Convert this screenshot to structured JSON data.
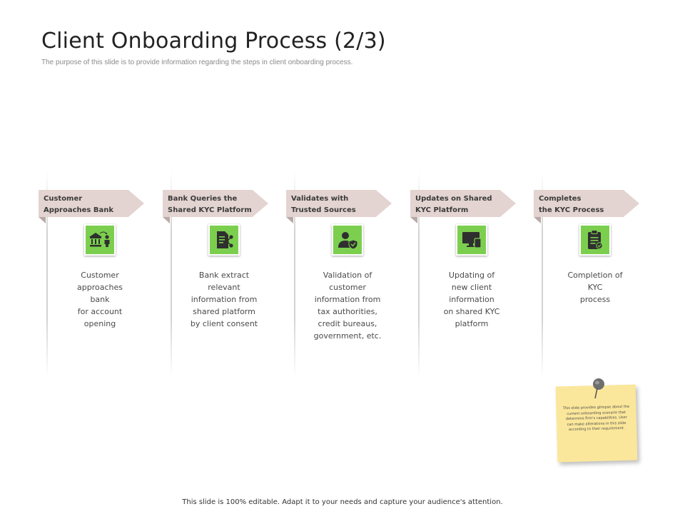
{
  "slide": {
    "title": "Client Onboarding Process (2/3)",
    "subtitle": "The purpose of this slide is to provide information regarding the steps in client onboarding process.",
    "footer": "This slide is 100% editable. Adapt it to your needs and capture your audience's attention."
  },
  "steps": [
    {
      "banner": "Customer\nApproaches Bank",
      "icon": "bank-customer-icon",
      "description": "Customer\napproaches\nbank\nfor account\nopening"
    },
    {
      "banner": "Bank Queries the\nShared KYC Platform",
      "icon": "document-share-icon",
      "description": "Bank extract\nrelevant\ninformation from\nshared platform\nby client consent"
    },
    {
      "banner": "Validates with\nTrusted Sources",
      "icon": "user-verified-icon",
      "description": "Validation of\ncustomer\ninformation from\ntax authorities,\ncredit bureaus,\ngovernment, etc."
    },
    {
      "banner": "Updates on Shared\nKYC Platform",
      "icon": "devices-icon",
      "description": "Updating  of\nnew client\ninformation\non shared KYC\nplatform"
    },
    {
      "banner": "Completes\nthe KYC Process",
      "icon": "clipboard-check-icon",
      "description": "Completion of\nKYC\nprocess"
    }
  ],
  "note": {
    "text": "This slide provides glimpse about the current onboarding scenario that determine firm's capabilities. User can make alterations in this slide according to their requirement."
  },
  "colors": {
    "banner": "#e3d4d1",
    "banner_fold": "#b9a9a6",
    "icon_bg": "#7ccf4e",
    "note_bg": "#fbe79b"
  }
}
